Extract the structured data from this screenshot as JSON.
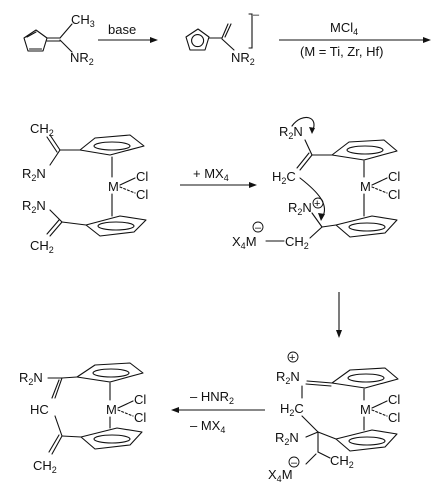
{
  "reactions": {
    "step1": {
      "reagent": "base"
    },
    "step2": {
      "reagent": "MCl",
      "reagent_sub": "4",
      "condition": "(M = Ti, Zr, Hf)"
    },
    "step3": {
      "reagent": "+ MX",
      "reagent_sub": "4"
    },
    "step5": {
      "reagent_line1": "– HNR",
      "reagent_line1_sub": "2",
      "reagent_line2": "– MX",
      "reagent_line2_sub": "4"
    }
  },
  "labels": {
    "ch3": "CH",
    "ch3_sub": "3",
    "nr2": "NR",
    "nr2_sub": "2",
    "anion_charge": "–",
    "ch2": "CH",
    "ch2_sub": "2",
    "r2n": "R",
    "r2n_sub": "2",
    "r2n_tail": "N",
    "h2c": "H",
    "h2c_sub": "2",
    "h2c_tail": "C",
    "m": "M",
    "cl": "Cl",
    "x4m": "X",
    "x4m_sub": "4",
    "x4m_tail": "M",
    "hc": "HC",
    "plus": "+",
    "minus": "–"
  }
}
